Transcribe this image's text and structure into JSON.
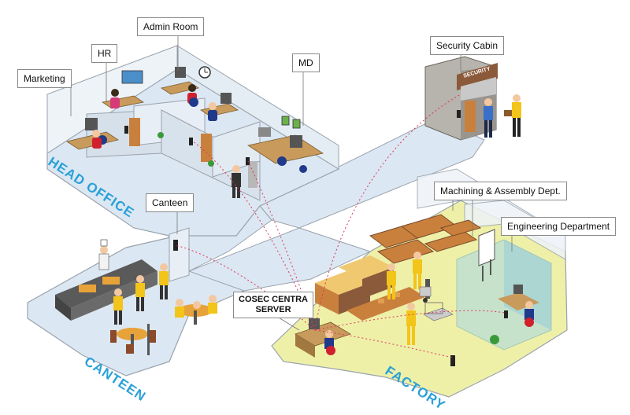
{
  "colors": {
    "floor_blue": "#dbe7f2",
    "floor_yellow": "#eef0a8",
    "wall_edge": "#9aa3ad",
    "area_label": "#2aa0d8",
    "network_line": "#e0365a",
    "staff_shirt": "#f3c419",
    "desk": "#c89a5c"
  },
  "callouts": {
    "marketing": "Marketing",
    "hr": "HR",
    "admin_room": "Admin Room",
    "md": "MD",
    "security_cabin": "Security Cabin",
    "canteen": "Canteen",
    "machining": "Machining & Assembly Dept.",
    "engineering": "Engineering Department"
  },
  "server": {
    "line1": "COSEC CENTRA",
    "line2": "SERVER"
  },
  "areas": {
    "head_office": "HEAD OFFICE",
    "canteen": "CANTEEN",
    "factory": "FACTORY"
  },
  "security_sign": "SECURITY"
}
